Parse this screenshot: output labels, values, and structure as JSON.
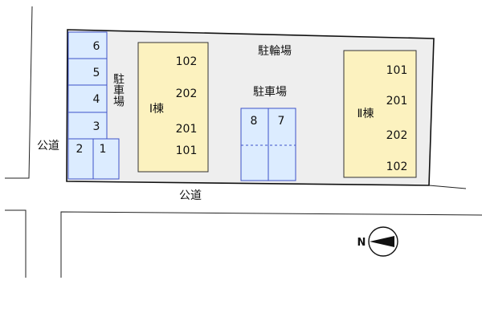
{
  "colors": {
    "lot": "#eeeeee",
    "parking": "#dcecff",
    "parking_border": "#3d52c8",
    "building": "#fcf2bf",
    "building_border": "#333333",
    "road_line": "#222222"
  },
  "labels": {
    "road_west": "公道",
    "road_south": "公道",
    "bicycle_parking": "駐輪場",
    "parking_side": "駐車場",
    "parking_center": "駐車場",
    "north_symbol": "N"
  },
  "parking_west": {
    "spaces": [
      "6",
      "5",
      "4",
      "3",
      "2",
      "1"
    ]
  },
  "parking_center_spaces": [
    "8",
    "7"
  ],
  "building_1": {
    "name": "Ⅰ棟",
    "units": [
      "102",
      "202",
      "201",
      "101"
    ]
  },
  "building_2": {
    "name": "Ⅱ棟",
    "units": [
      "101",
      "201",
      "202",
      "102"
    ]
  },
  "icons": {
    "compass": "north-arrow-icon"
  }
}
